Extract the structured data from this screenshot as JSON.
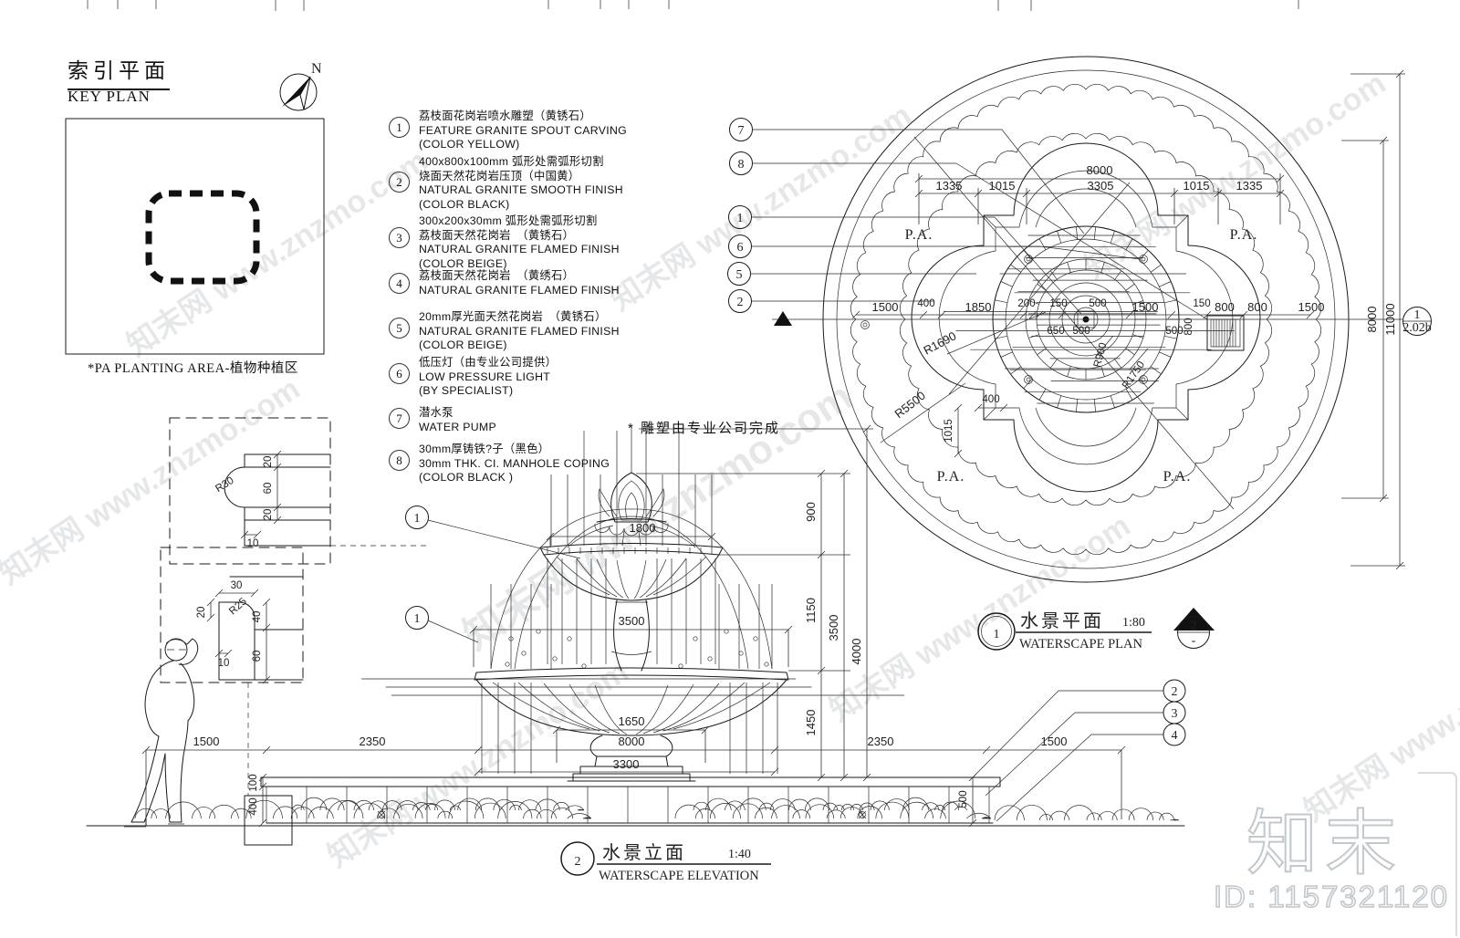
{
  "watermark": {
    "text": "知末网 www.znzmo.com"
  },
  "key_plan": {
    "title_cn": "索引平面",
    "title_en": "KEY PLAN",
    "north_label": "N",
    "caption": "*PA   PLANTING AREA-植物种植区"
  },
  "legend": {
    "items": [
      {
        "num": "1",
        "text": "荔枝面花岗岩喷水雕塑（黄锈石）\nFEATURE  GRANITE  SPOUT  CARVING\n(COLOR  YELLOW)"
      },
      {
        "num": "2",
        "text": "400x800x100mm 弧形处需弧形切割\n烧面天然花岗岩压顶（中国黄）\nNATURAL  GRANITE  SMOOTH  FINISH\n(COLOR  BLACK)"
      },
      {
        "num": "3",
        "text": "300x200x30mm 弧形处需弧形切割\n荔枝面天然花岗岩　（黄锈石）\nNATURAL  GRANITE  FLAMED  FINISH\n(COLOR  BEIGE)"
      },
      {
        "num": "4",
        "text": "荔枝面天然花岗岩　（黄绣石）\nNATURAL  GRANITE  FLAMED  FINISH"
      },
      {
        "num": "5",
        "text": "20mm厚光面天然花岗岩　（黄锈石）\nNATURAL  GRANITE  FLAMED  FINISH\n(COLOR  BEIGE)"
      },
      {
        "num": "6",
        "text": "低压灯（由专业公司提供）\nLOW  PRESSURE  LIGHT\n(BY  SPECIALIST)"
      },
      {
        "num": "7",
        "text": "潜水泵\nWATER  PUMP"
      },
      {
        "num": "8",
        "text": "30mm厚铸铁?子（黑色）\n30mm  THK.  CI.  MANHOLE  COPING\n(COLOR  BLACK  )"
      }
    ]
  },
  "note": "*  雕塑由专业公司完成",
  "plan": {
    "ref_num": "1",
    "title_cn": "水景平面",
    "scale": "1:80",
    "title_en": "WATERSCAPE PLAN",
    "pa": "P.A.",
    "section_marker": {
      "num": "2",
      "sheet": "-"
    },
    "side_marker": {
      "num": "1",
      "sheet": "2.02b"
    },
    "callouts": [
      "7",
      "8",
      "1",
      "6",
      "5",
      "2"
    ],
    "dims": {
      "d8000": "8000",
      "d11000": "11000",
      "d1335": "1335",
      "d1015": "1015",
      "d3305": "3305",
      "d1500": "1500",
      "d400": "400",
      "d1850": "1850",
      "d200": "200",
      "d150": "150",
      "d500": "500",
      "d800": "800",
      "d650": "650",
      "r1690": "R1690",
      "r5500": "R5500",
      "r900": "R900",
      "r1750": "R1750"
    }
  },
  "elevation": {
    "ref_num": "2",
    "title_cn": "水景立面",
    "scale": "1:40",
    "title_en": "WATERSCAPE ELEVATION",
    "callout_1": "1",
    "callout_2": "2",
    "callout_3": "3",
    "callout_4": "4",
    "dims": {
      "d900": "900",
      "d1150": "1150",
      "d1450": "1450",
      "d3500": "3500",
      "d4000": "4000",
      "d1800": "1800",
      "d1650": "1650",
      "d8000": "8000",
      "d3300": "3300",
      "d2350": "2350",
      "d1500": "1500",
      "d500": "500",
      "d400": "400",
      "d100": "100"
    }
  },
  "details": {
    "dims": {
      "d20": "20",
      "d60": "60",
      "d10": "10",
      "d30": "30",
      "d40": "40",
      "r30": "R30",
      "r25": "R25"
    }
  },
  "footer": {
    "logo": "知末",
    "id": "ID: 1157321120"
  }
}
